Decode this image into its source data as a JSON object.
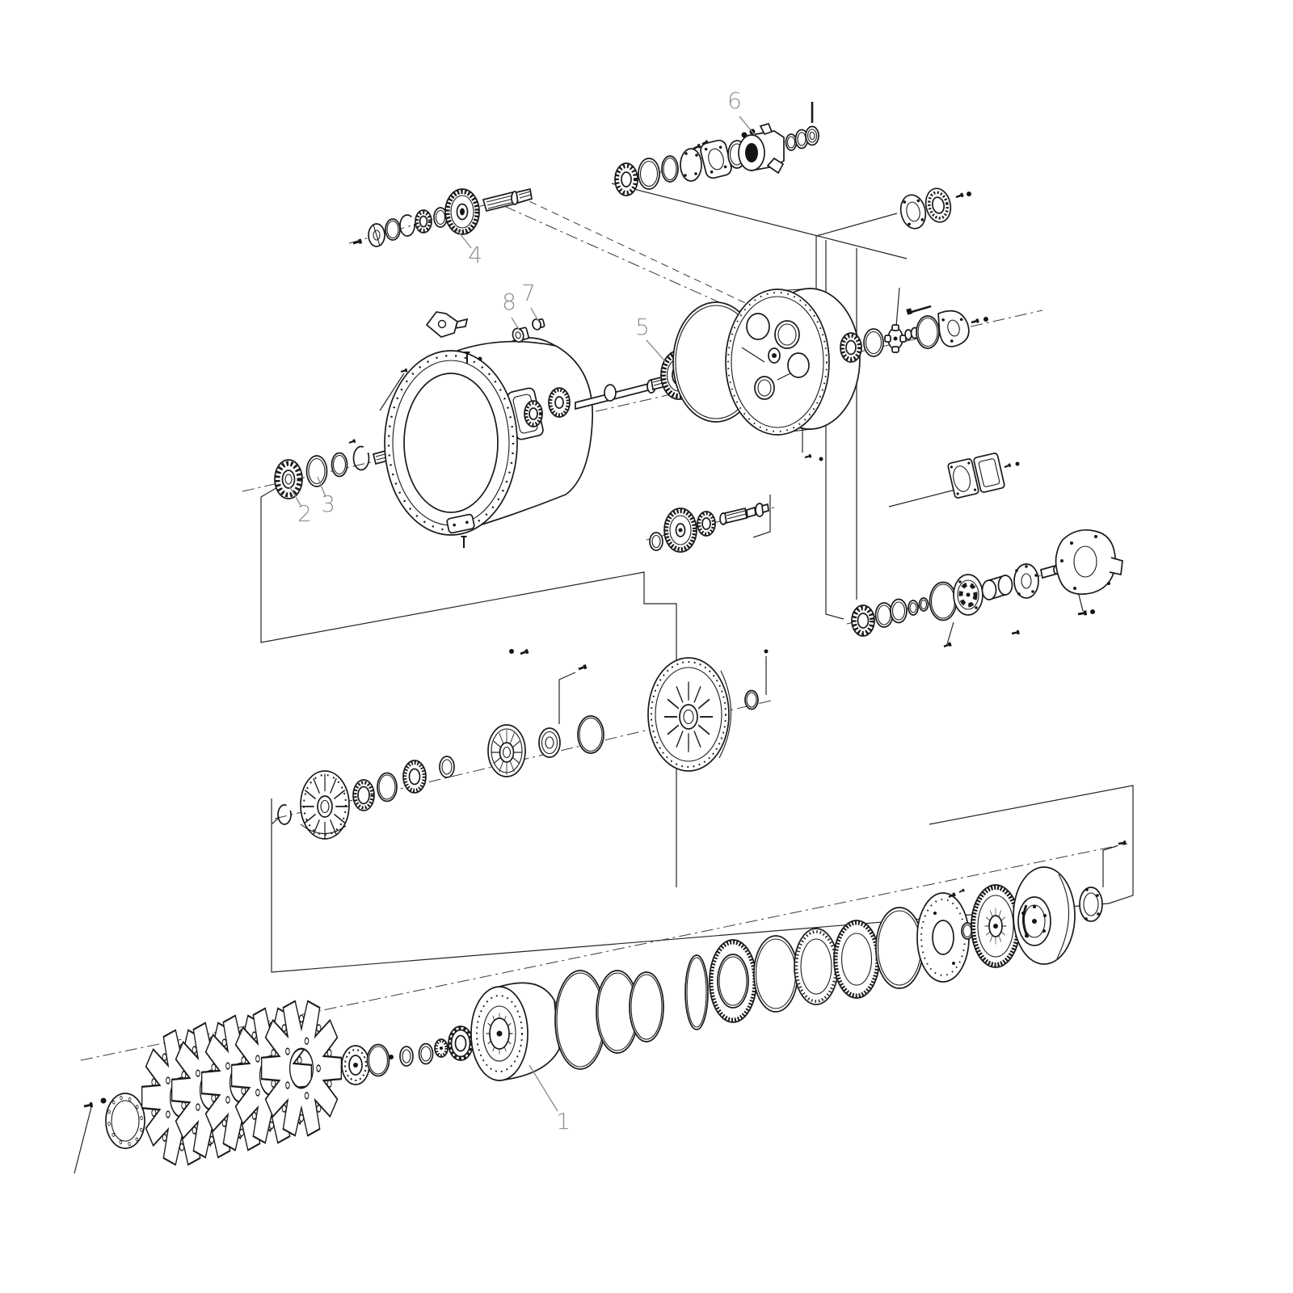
{
  "diagram": {
    "type": "exploded-parts-diagram",
    "colors": {
      "line": "#1a1a1a",
      "label": "#8f8f8f",
      "background": "#ffffff"
    },
    "callouts": [
      {
        "label": "1"
      },
      {
        "label": "2"
      },
      {
        "label": "3"
      },
      {
        "label": "4"
      },
      {
        "label": "5"
      },
      {
        "label": "6"
      },
      {
        "label": "7"
      },
      {
        "label": "8"
      }
    ]
  }
}
